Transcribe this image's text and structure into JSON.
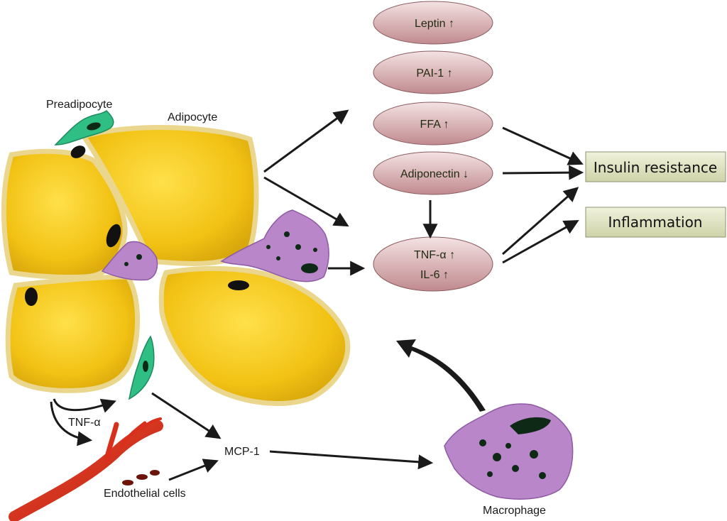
{
  "labels": {
    "preadipocyte": "Preadipocyte",
    "adipocyte": "Adipocyte",
    "tnf_alpha": "TNF-α",
    "endothelial": "Endothelial cells",
    "mcp1": "MCP-1",
    "macrophage": "Macrophage"
  },
  "factors": [
    {
      "id": "leptin",
      "label": "Leptin ↑"
    },
    {
      "id": "pai1",
      "label": "PAI-1 ↑"
    },
    {
      "id": "ffa",
      "label": "FFA ↑"
    },
    {
      "id": "adiponectin",
      "label": "Adiponectin ↓"
    },
    {
      "id": "tnf",
      "line1": "TNF-α ↑",
      "line2": "IL-6 ↑"
    }
  ],
  "outcomes": {
    "insulin_resistance": "Insulin resistance",
    "inflammation": "Inflammation"
  },
  "colors": {
    "adipocyte": "#f0c419",
    "adipocyte_rim": "#e8d27a",
    "preadipocyte": "#2fbf85",
    "macrophage": "#b886c9",
    "nucleus": "#0e2a16",
    "ellipse_top": "#f2dcdc",
    "ellipse_bottom": "#c48f93",
    "box": "#dfe2c2",
    "vessel": "#d8301c"
  }
}
